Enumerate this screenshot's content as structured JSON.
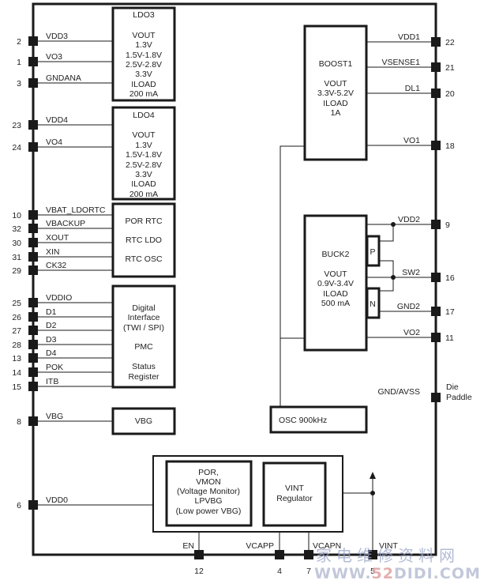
{
  "blocks": {
    "ldo3": {
      "title": "LDO3",
      "lines": [
        "VOUT",
        "1.3V",
        "1.5V-1.8V",
        "2.5V-2.8V",
        "3.3V",
        "ILOAD",
        "200 mA"
      ]
    },
    "ldo4": {
      "title": "LDO4",
      "lines": [
        "VOUT",
        "1.3V",
        "1.5V-1.8V",
        "2.5V-2.8V",
        "3.3V",
        "ILOAD",
        "200 mA"
      ]
    },
    "rtc": {
      "lines": [
        "POR RTC",
        "RTC LDO",
        "RTC OSC"
      ]
    },
    "digital": {
      "lines": [
        "Digital",
        "Interface",
        "(TWI / SPI)",
        "PMC",
        "Status",
        "Register"
      ]
    },
    "vbg": {
      "title": "VBG"
    },
    "boost1": {
      "title": "BOOST1",
      "lines": [
        "VOUT",
        "3.3V-5.2V",
        "ILOAD",
        "1A"
      ]
    },
    "buck2": {
      "title": "BUCK2",
      "lines": [
        "VOUT",
        "0.9V-3.4V",
        "ILOAD",
        "500 mA"
      ]
    },
    "pmos": {
      "label": "P"
    },
    "nmos": {
      "label": "N"
    },
    "osc": {
      "title": "OSC 900kHz"
    },
    "por": {
      "lines": [
        "POR,",
        "VMON",
        "(Voltage Monitor)",
        "LPVBG",
        "(Low power VBG)"
      ]
    },
    "vint_reg": {
      "lines": [
        "VINT",
        "Regulator"
      ]
    }
  },
  "pins_left": [
    {
      "num": "2",
      "name": "VDD3"
    },
    {
      "num": "1",
      "name": "VO3"
    },
    {
      "num": "3",
      "name": "GNDANA"
    },
    {
      "num": "23",
      "name": "VDD4"
    },
    {
      "num": "24",
      "name": "VO4"
    },
    {
      "num": "10",
      "name": "VBAT_LDORTC"
    },
    {
      "num": "32",
      "name": "VBACKUP"
    },
    {
      "num": "30",
      "name": "XOUT"
    },
    {
      "num": "31",
      "name": "XIN"
    },
    {
      "num": "29",
      "name": "CK32"
    },
    {
      "num": "25",
      "name": "VDDIO"
    },
    {
      "num": "26",
      "name": "D1"
    },
    {
      "num": "27",
      "name": "D2"
    },
    {
      "num": "28",
      "name": "D3"
    },
    {
      "num": "13",
      "name": "D4"
    },
    {
      "num": "14",
      "name": "POK"
    },
    {
      "num": "15",
      "name": "ITB"
    },
    {
      "num": "8",
      "name": "VBG"
    },
    {
      "num": "6",
      "name": "VDD0"
    }
  ],
  "pins_right": [
    {
      "num": "22",
      "name": "VDD1"
    },
    {
      "num": "21",
      "name": "VSENSE1"
    },
    {
      "num": "20",
      "name": "DL1"
    },
    {
      "num": "18",
      "name": "VO1"
    },
    {
      "num": "9",
      "name": "VDD2"
    },
    {
      "num": "16",
      "name": "SW2"
    },
    {
      "num": "17",
      "name": "GND2"
    },
    {
      "num": "11",
      "name": "VO2"
    },
    {
      "num": "Die Paddle",
      "name": "GND/AVSS"
    }
  ],
  "pins_bottom": [
    {
      "num": "12",
      "name": "EN"
    },
    {
      "num": "4",
      "name": "VCAPP"
    },
    {
      "num": "7",
      "name": "VCAPN"
    },
    {
      "num": "5",
      "name": "VINT"
    }
  ],
  "watermark": {
    "cn": "家电维修资料网",
    "url_prefix": "WWW.",
    "url_accent": "52",
    "url_suffix": "DIDI.COM",
    "accent_color": "#e0a0a0"
  }
}
